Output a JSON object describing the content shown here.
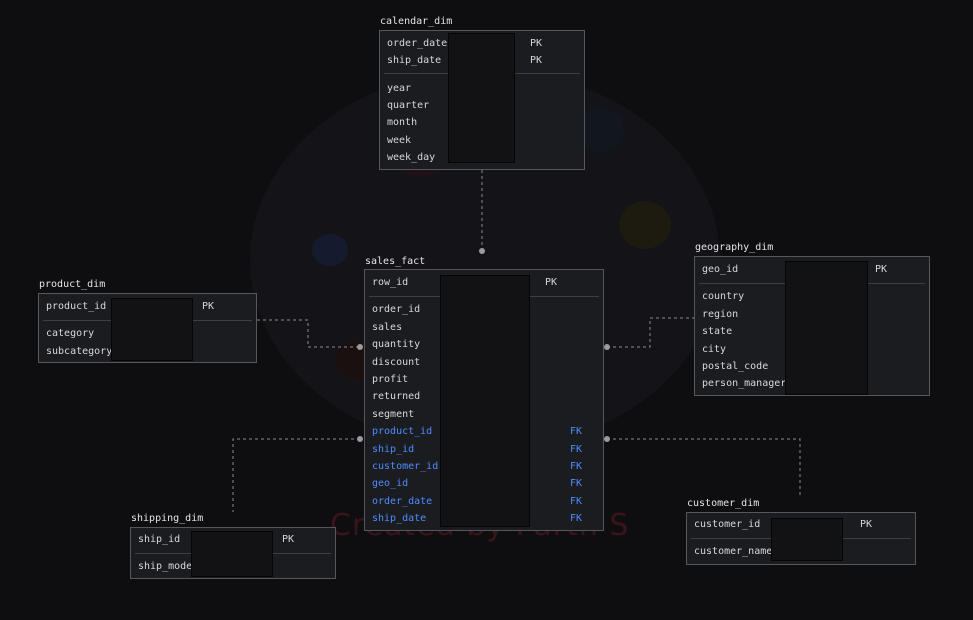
{
  "watermark": "Created by Parth S",
  "tables": {
    "calendar": {
      "name": "calendar_dim",
      "keys": [
        "order_date",
        "ship_date"
      ],
      "fields": [
        "year",
        "quarter",
        "month",
        "week",
        "week_day"
      ],
      "key_tag": "PK"
    },
    "sales": {
      "name": "sales_fact",
      "pk": "row_id",
      "pk_tag": "PK",
      "fields": [
        "order_id",
        "sales",
        "quantity",
        "discount",
        "profit",
        "returned",
        "segment"
      ],
      "fks": [
        "product_id",
        "ship_id",
        "customer_id",
        "geo_id",
        "order_date",
        "ship_date"
      ],
      "fk_tag": "FK"
    },
    "product": {
      "name": "product_dim",
      "pk": "product_id",
      "pk_tag": "PK",
      "fields": [
        "category",
        "subcategory"
      ]
    },
    "geography": {
      "name": "geography_dim",
      "pk": "geo_id",
      "pk_tag": "PK",
      "fields": [
        "country",
        "region",
        "state",
        "city",
        "postal_code",
        "person_manager"
      ]
    },
    "shipping": {
      "name": "shipping_dim",
      "pk": "ship_id",
      "pk_tag": "PK",
      "fields": [
        "ship_mode"
      ]
    },
    "customer": {
      "name": "customer_dim",
      "pk": "customer_id",
      "pk_tag": "PK",
      "fields": [
        "customer_name"
      ]
    }
  }
}
